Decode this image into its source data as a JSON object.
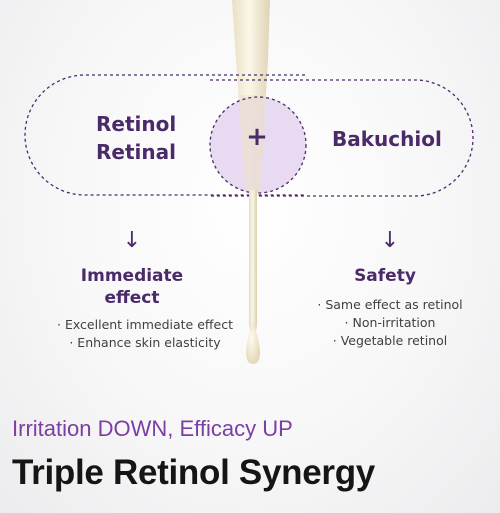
{
  "diagram": {
    "left_pill_lines": [
      "Retinol",
      "Retinal"
    ],
    "right_pill_label": "Bakuchiol",
    "plus_symbol": "+",
    "left_arrow_glyph": "↓",
    "right_arrow_glyph": "↓"
  },
  "left_column": {
    "heading_line1": "Immediate",
    "heading_line2": "effect",
    "bullets": [
      "· Excellent immediate effect",
      "· Enhance skin elasticity"
    ]
  },
  "right_column": {
    "heading": "Safety",
    "bullets": [
      "· Same effect as retinol",
      "· Non-irritation",
      "· Vegetable retinol"
    ]
  },
  "tagline": "Irritation DOWN, Efficacy UP",
  "title": "Triple Retinol Synergy",
  "colors": {
    "accent_purple": "#4b2a6a",
    "tagline_purple": "#7b3fa3",
    "overlap_fill": "#e4d4ef",
    "dropper_cream": "#f2ead2",
    "title_black": "#151515"
  }
}
